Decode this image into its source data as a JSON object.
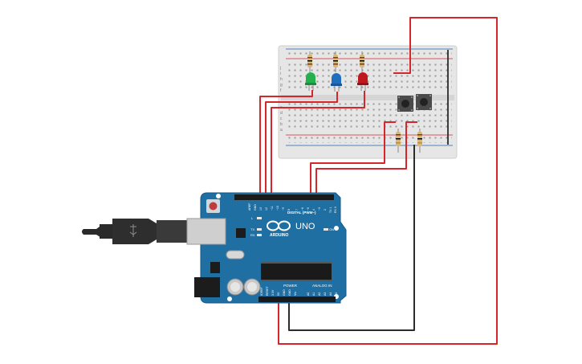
{
  "board": {
    "brand": "ARDUINO",
    "model": "UNO",
    "digital_header": "DIGITAL (PWM~)",
    "power_header": "POWER",
    "analog_header": "ANALOG IN",
    "on_label": "ON",
    "tx_label": "TX",
    "rx_label": "RX",
    "l_label": "L",
    "aref": "AREF",
    "gnd": "GND",
    "digital_pins": [
      "13",
      "12",
      "~11",
      "~10",
      "~9",
      "8",
      "7",
      "~6",
      "~5",
      "4",
      "~3",
      "2",
      "TX 1",
      "RX 0"
    ],
    "power_pins": [
      "IOREF",
      "RESET",
      "3.3V",
      "5V",
      "GND",
      "GND",
      "Vin"
    ],
    "analog_pins": [
      "A0",
      "A1",
      "A2",
      "A3",
      "A4",
      "A5"
    ]
  },
  "breadboard": {
    "row_letters_top": [
      "j",
      "i",
      "h",
      "g",
      "f"
    ],
    "row_letters_bottom": [
      "e",
      "d",
      "c",
      "b",
      "a"
    ]
  },
  "components": {
    "leds": [
      {
        "name": "green-led",
        "color": "#22b14c"
      },
      {
        "name": "blue-led",
        "color": "#1f6fbf"
      },
      {
        "name": "red-led",
        "color": "#c0181e"
      }
    ],
    "wire_color_red": "#d6262c",
    "wire_color_black": "#2c2c2c",
    "board_color": "#1f6fa3"
  }
}
